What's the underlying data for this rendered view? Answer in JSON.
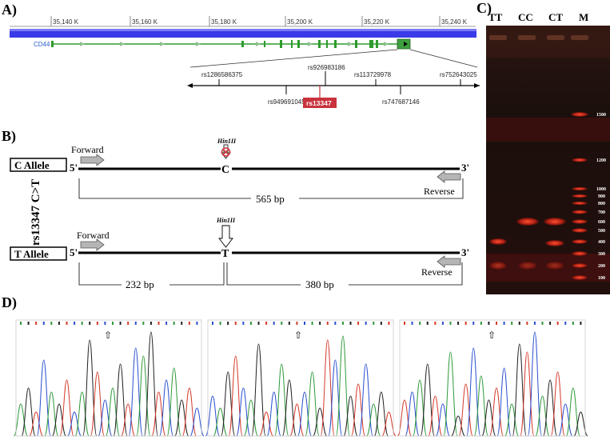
{
  "panels": {
    "a": "A)",
    "b": "B)",
    "c": "C)",
    "d": "D)"
  },
  "panel_a": {
    "ruler_ticks": [
      "35,140 K",
      "35,160 K",
      "35,180 K",
      "35,200 K",
      "35,220 K",
      "35,240 K"
    ],
    "gene_name": "CD44",
    "snps_top": [
      "rs1286586375",
      "rs926983186",
      "rs113729978",
      "rs752643025"
    ],
    "snps_bottom": [
      "rs949691045",
      "rs747687146"
    ],
    "highlight_snp": "rs13347",
    "colors": {
      "ruler_band": "#3a3ae8",
      "gene_line": "#2d9b2d",
      "highlight": "#c8323c"
    }
  },
  "panel_b": {
    "side_label": "rs13347 C>T",
    "c_allele": {
      "label": "C Allele",
      "five_prime": "5'",
      "three_prime": "3'",
      "base": "C",
      "enzyme": "Hin1II",
      "forward": "Forward",
      "reverse": "Reverse",
      "product": "565 bp"
    },
    "t_allele": {
      "label": "T Allele",
      "five_prime": "5'",
      "three_prime": "3'",
      "base": "T",
      "enzyme": "Hin1II",
      "forward": "Forward",
      "reverse": "Reverse",
      "fragment_1": "232 bp",
      "fragment_2": "380 bp"
    }
  },
  "panel_c": {
    "lanes": [
      "TT",
      "CC",
      "CT",
      "M"
    ],
    "ladder": [
      "1500",
      "1200",
      "1000",
      "900",
      "800",
      "700",
      "600",
      "500",
      "400",
      "300",
      "200",
      "100"
    ]
  },
  "panel_d": {
    "arrow_symbol": "⇧"
  }
}
